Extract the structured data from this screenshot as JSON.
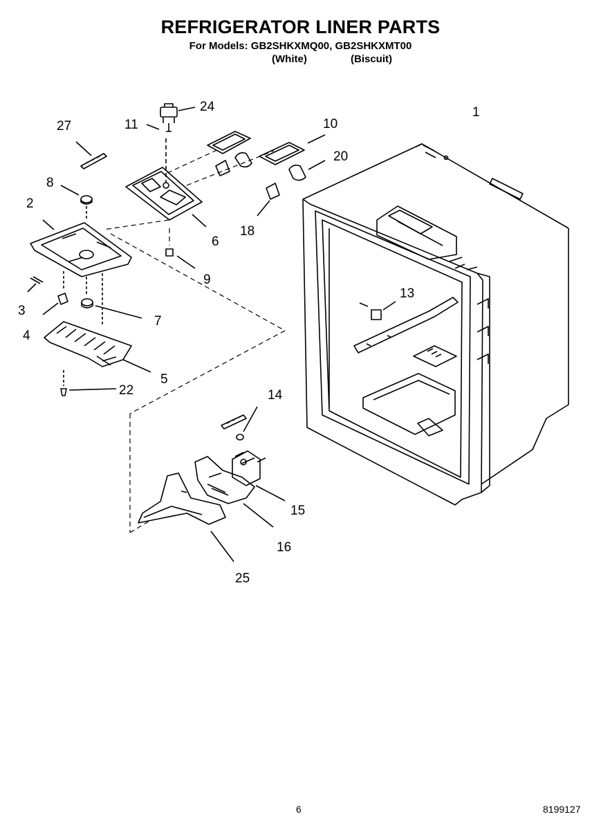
{
  "header": {
    "title": "REFRIGERATOR LINER PARTS",
    "subtitle": "For Models: GB2SHKXMQ00, GB2SHKXMT00",
    "variant_white": "(White)",
    "variant_biscuit": "(Biscuit)"
  },
  "callouts": [
    "1",
    "2",
    "3",
    "4",
    "5",
    "6",
    "7",
    "8",
    "9",
    "10",
    "11",
    "13",
    "14",
    "15",
    "16",
    "18",
    "20",
    "22",
    "24",
    "25",
    "27"
  ],
  "footer": {
    "page_number": "6",
    "document_number": "8199127"
  }
}
